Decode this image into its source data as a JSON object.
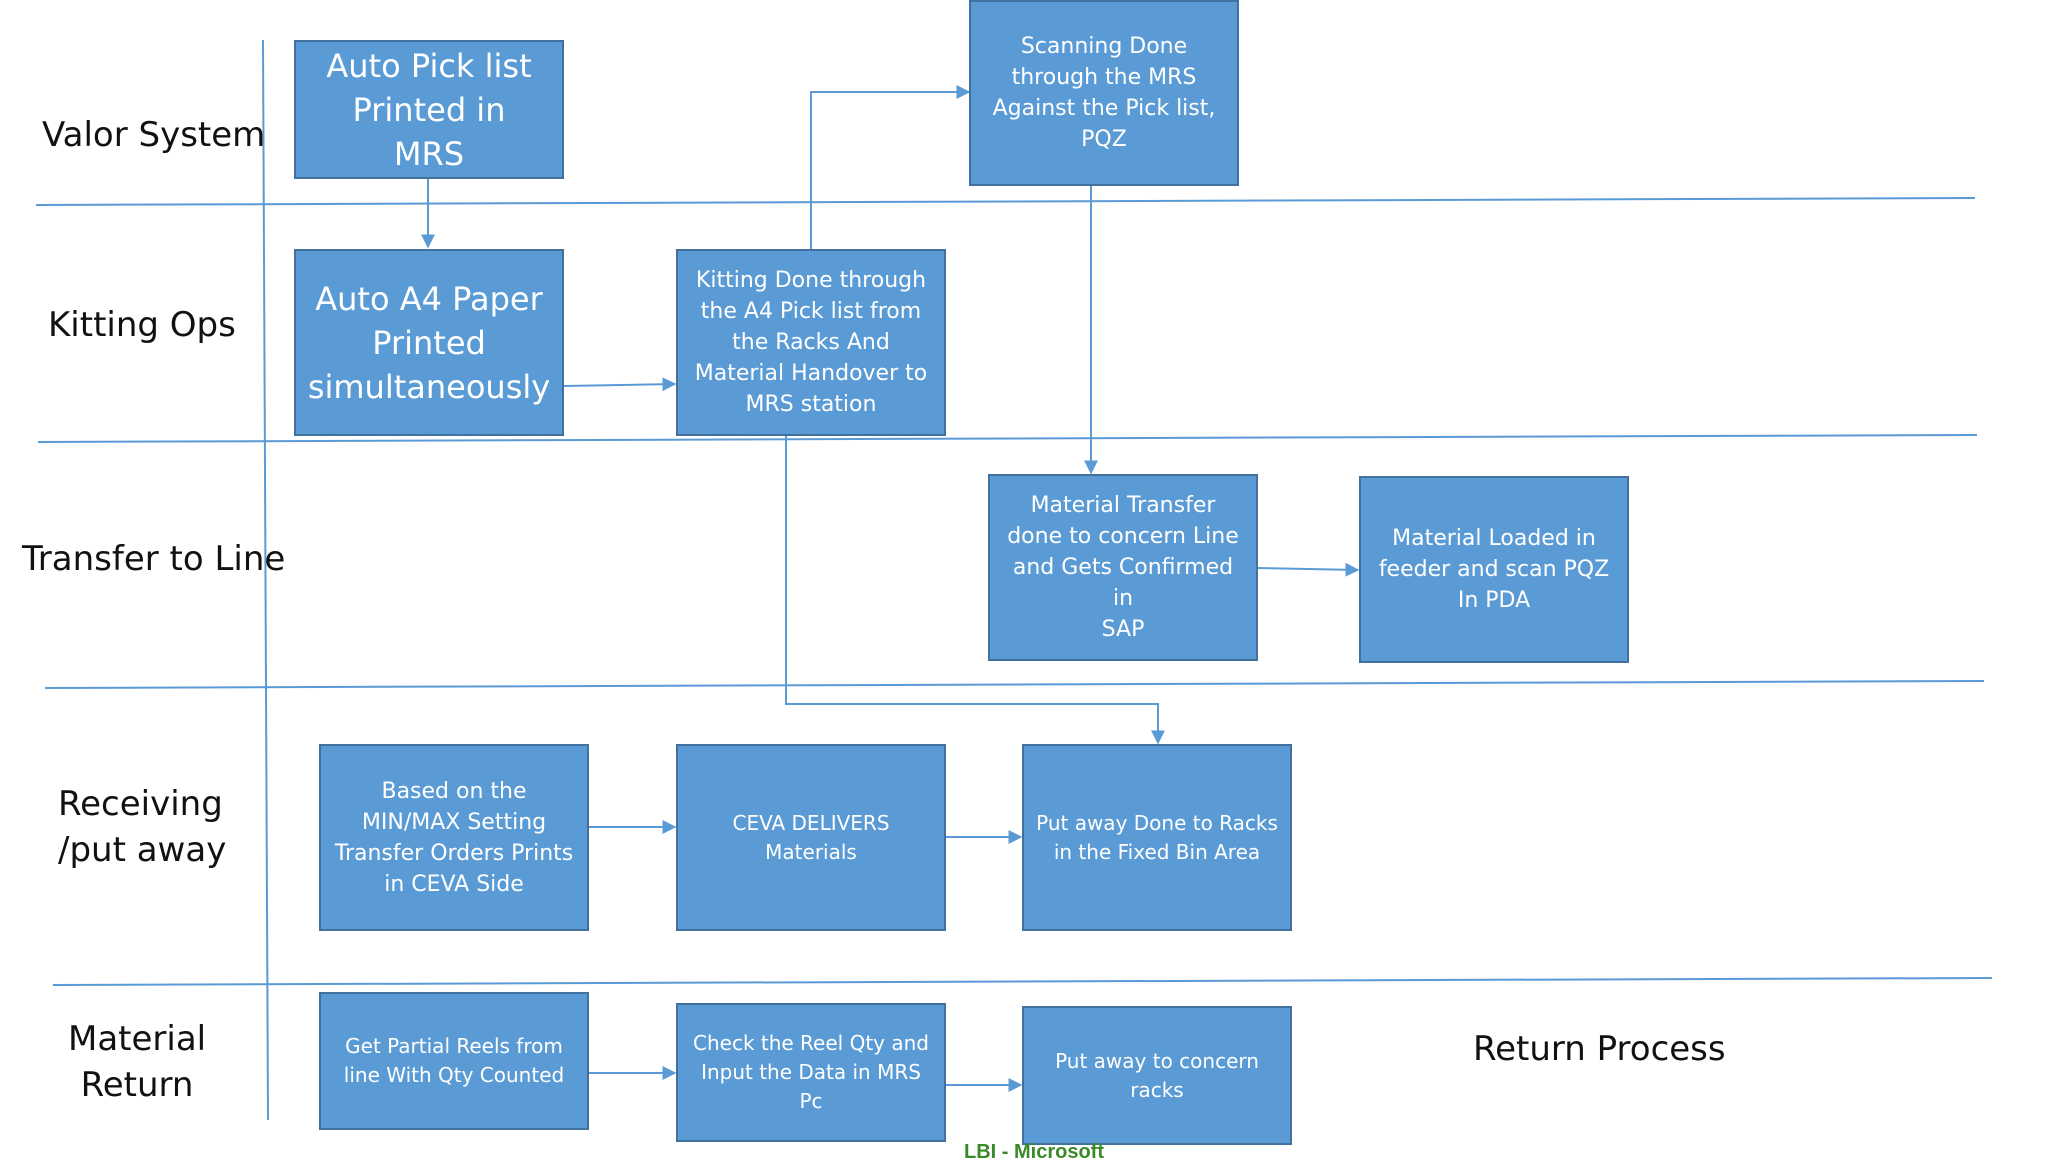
{
  "colors": {
    "box_fill": "#5b9bd5",
    "box_border": "#41719c",
    "line": "#5b9bd5",
    "footer": "#3a8a2a"
  },
  "lanes": [
    {
      "id": "valor",
      "label": "Valor System"
    },
    {
      "id": "kitting",
      "label": "Kitting Ops"
    },
    {
      "id": "transfer",
      "label": "Transfer to Line"
    },
    {
      "id": "receiving",
      "label": "Receiving\n/put away"
    },
    {
      "id": "return",
      "label": "Material\nReturn"
    }
  ],
  "boxes": [
    {
      "id": "auto-pick-list",
      "text": "Auto Pick list\nPrinted in\nMRS"
    },
    {
      "id": "scanning-done",
      "text": "Scanning Done\nthrough the MRS\nAgainst the Pick list,\nPQZ"
    },
    {
      "id": "auto-a4-paper",
      "text": "Auto A4 Paper\nPrinted\nsimultaneously"
    },
    {
      "id": "kitting-done",
      "text": "Kitting Done through\nthe A4 Pick list from\nthe Racks And\nMaterial Handover to\nMRS station"
    },
    {
      "id": "material-transfer",
      "text": "Material Transfer\ndone to concern Line\nand Gets Confirmed in\nSAP"
    },
    {
      "id": "material-loaded",
      "text": "Material Loaded in\nfeeder and scan PQZ\nIn PDA"
    },
    {
      "id": "min-max",
      "text": "Based on the\nMIN/MAX Setting\nTransfer Orders Prints\nin CEVA Side"
    },
    {
      "id": "ceva-delivers",
      "text": "CEVA DELIVERS\nMaterials"
    },
    {
      "id": "put-away-fixed",
      "text": "Put away Done to Racks\nin the Fixed Bin Area"
    },
    {
      "id": "partial-reels",
      "text": "Get Partial Reels from\nline With Qty Counted"
    },
    {
      "id": "check-reel",
      "text": "Check the Reel Qty and\nInput the Data in MRS\nPc"
    },
    {
      "id": "put-away-concern",
      "text": "Put away to concern\nracks"
    }
  ],
  "annotation": "Return Process",
  "footer": "LBI - Microsoft"
}
